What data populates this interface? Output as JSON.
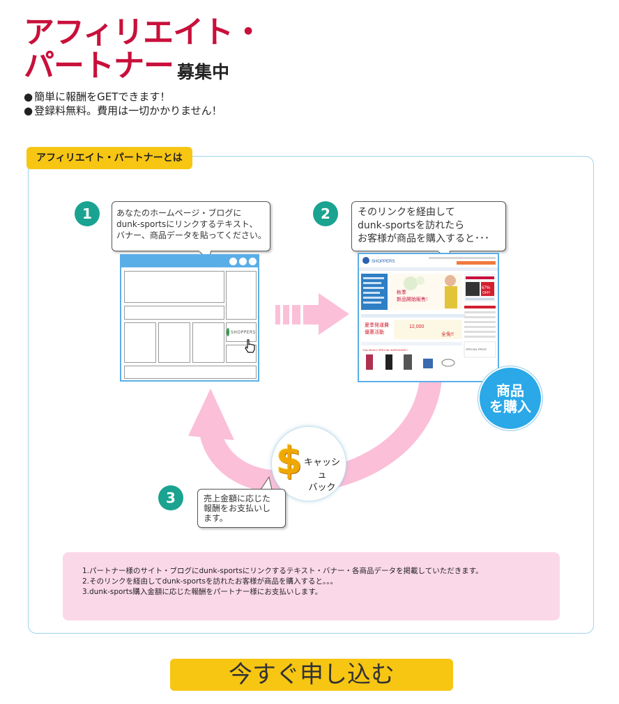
{
  "header": {
    "title_line1": "アフィリエイト・",
    "title_line2": "パートナー",
    "title_suffix": "募集中",
    "bullets": [
      "簡単に報酬をGETできます！",
      "登録料無料。費用は一切かかりません！"
    ],
    "bullet_glyph": "●"
  },
  "section": {
    "tab_label": "アフィリエイト・パートナーとは"
  },
  "steps": [
    {
      "number": "1",
      "lines": [
        "あなたのホームページ・ブログに",
        "dunk-sportsにリンクするテキスト、",
        "バナー、商品データを貼ってください。"
      ]
    },
    {
      "number": "2",
      "lines": [
        "そのリンクを経由して",
        "dunk-sportsを訪れたら",
        "お客様が商品を購入すると･･･"
      ]
    },
    {
      "number": "3",
      "lines": [
        "売上金額に応じた",
        "報酬をお支払いし",
        "ます。"
      ]
    }
  ],
  "banner_logo": "SHOPPERS",
  "shop_screenshot": {
    "logo": "SHOPPERS",
    "hero_line1": "秋季",
    "hero_line2": "新品開始販售!",
    "promo_line1": "夏季発運費",
    "promo_line2": "優惠活動",
    "promo_amount": "12,000",
    "free_shipping": "全免!!",
    "discount": "67%",
    "off": "OFF!",
    "bargains_label": "This Week's SPECIAL BARGAINS!!!",
    "special": "SPECIAL PRICE"
  },
  "purchase_badge": {
    "line1": "商品",
    "line2": "を購入"
  },
  "cashback": {
    "symbol": "$",
    "line1": "キャッシュ",
    "line2": "バック"
  },
  "info_lines": [
    "1.パートナー様のサイト・ブログにdunk-sportsにリンクするテキスト・バナー・各商品データを掲載していただきます。",
    "2.そのリンクを経由してdunk-sportsを訪れたお客様が商品を購入すると。。。",
    "3.dunk-sports購入金額に応じた報酬をパートナー様にお支払いします。"
  ],
  "cta": {
    "label": "今すぐ申し込む"
  },
  "colors": {
    "title_red": "#c8103b",
    "accent_yellow": "#f7c613",
    "step_teal": "#19a390",
    "frame_blue": "#5aaee8",
    "badge_blue": "#2aa8e8",
    "arrow_pink": "#fbbfd8",
    "info_pink": "#fbd8e8"
  },
  "icons": {
    "arrow": "right-arrow-icon",
    "cursor": "hand-cursor-icon",
    "dollar": "dollar-icon",
    "cycle": "curved-arrow-icon"
  }
}
